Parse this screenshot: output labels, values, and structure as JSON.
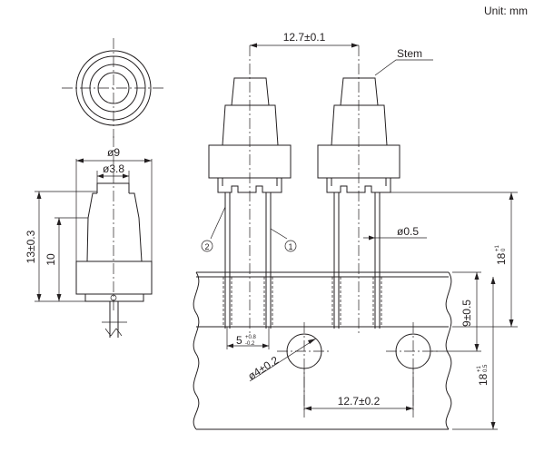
{
  "unit_label": "Unit: mm",
  "labels": {
    "pitch_top": "12.7±0.1",
    "stem": "Stem",
    "dia_body": "ø9",
    "dia_stem": "ø3.8",
    "height_total": "13±0.3",
    "height_body": "10",
    "pin_1": "1",
    "pin_2": "2",
    "pin_dia": "ø0.5",
    "lead_length": "18",
    "lead_length_tol_plus": "+1",
    "lead_length_tol_minus": "0",
    "pcb_thickness": "9±0.5",
    "pcb_total": "18",
    "pcb_total_tol_plus": "+1",
    "pcb_total_tol_minus": "0.5",
    "pin_spacing": "5",
    "pin_spacing_tol_plus": "+0.8",
    "pin_spacing_tol_minus": "-0.2",
    "hole_dia": "ø4±0.2",
    "pitch_bottom": "12.7±0.2"
  }
}
